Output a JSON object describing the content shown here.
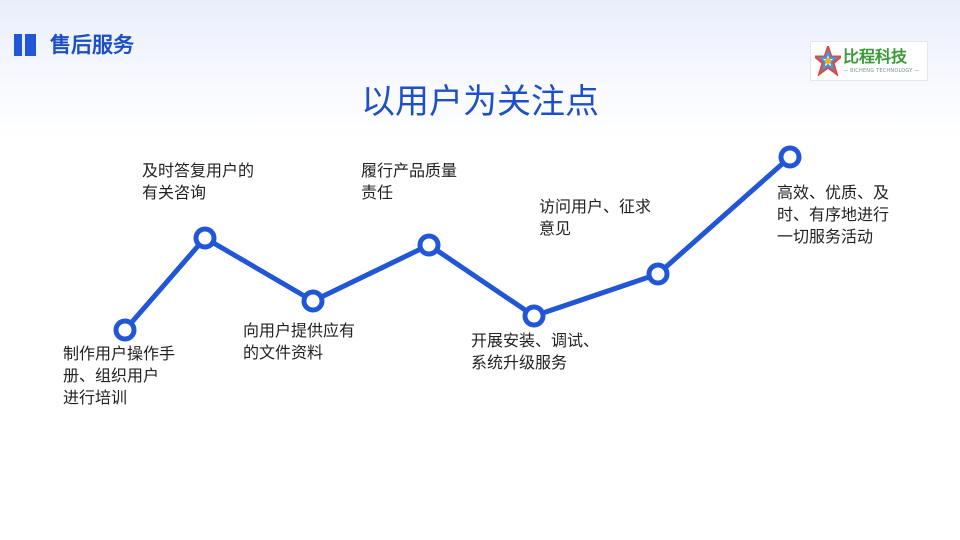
{
  "header": {
    "title": "售后服务"
  },
  "logo": {
    "name": "比程科技",
    "subtitle": "— BICHENG TECHNOLOGY —"
  },
  "main_title": "以用户为关注点",
  "colors": {
    "accent": "#2157d6",
    "line": "#2157d6",
    "text": "#222222"
  },
  "steps": [
    {
      "lines": [
        "制作用户操作手",
        "册、组织用户",
        "进行培训"
      ]
    },
    {
      "lines": [
        "及时答复用户的",
        "有关咨询"
      ]
    },
    {
      "lines": [
        "向用户提供应有",
        "的文件资料"
      ]
    },
    {
      "lines": [
        "履行产品质量",
        "责任"
      ]
    },
    {
      "lines": [
        "开展安装、调试、",
        "系统升级服务"
      ]
    },
    {
      "lines": [
        "访问用户、征求",
        "意见"
      ]
    },
    {
      "lines": [
        "高效、优质、及",
        "时、有序地进行",
        "一切服务活动"
      ]
    }
  ]
}
